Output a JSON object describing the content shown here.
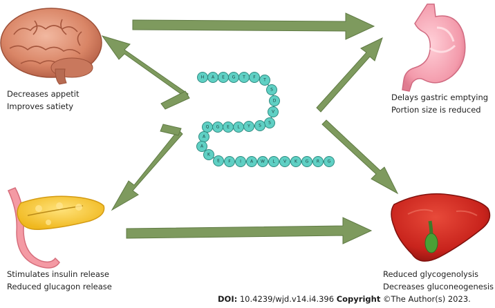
{
  "captions": {
    "brain": {
      "line1": "Decreases appetit",
      "line2": "Improves satiety"
    },
    "stomach": {
      "line1": "Delays gastric emptying",
      "line2": "Portion size is reduced"
    },
    "pancreas": {
      "line1": "Stimulates insulin release",
      "line2": "Reduced glucagon release"
    },
    "liver": {
      "line1": "Reduced glycogenolysis",
      "line2": "Decreases gluconeogenesis"
    }
  },
  "peptide": {
    "residues": [
      "H",
      "A",
      "E",
      "G",
      "T",
      "F",
      "T",
      "S",
      "D",
      "V",
      "S",
      "S",
      "Y",
      "L",
      "E",
      "G",
      "Q",
      "A",
      "A",
      "K",
      "E",
      "F",
      "I",
      "A",
      "W",
      "L",
      "V",
      "K",
      "G",
      "R",
      "G"
    ],
    "bead_color": "#5fd0c4"
  },
  "colors": {
    "arrow": "#7e9a5e",
    "arrow_dark": "#5f7a44"
  },
  "footer": {
    "doi_label": "DOI:",
    "doi_value": "10.4239/wjd.v14.i4.396",
    "copyright_label": "Copyright",
    "copyright_value": "©The Author(s) 2023."
  }
}
